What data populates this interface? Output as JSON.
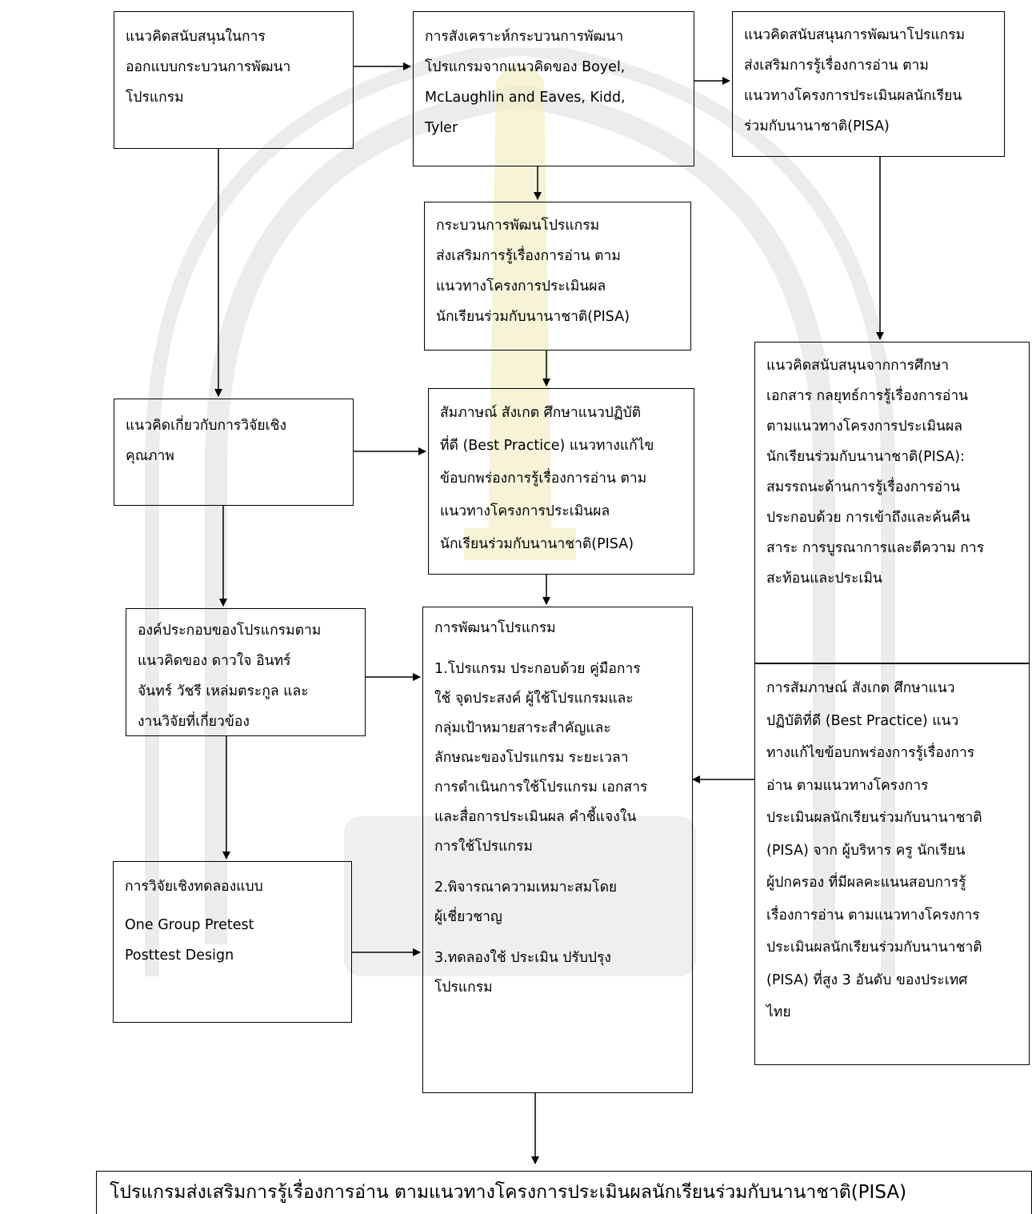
{
  "boxes": {
    "concept_design": [
      "แนวคิดสนับสนุนในการ",
      "ออกแบบกระบวนการพัฒนา",
      "โปรแกรม"
    ],
    "synthesis": [
      "การสังเคราะห์กระบวนการพัฒนา",
      "โปรแกรมจากแนวคิดของ Boyel,",
      "McLaughlin and Eaves, Kidd,",
      "Tyler"
    ],
    "pisa_concept": [
      "แนวคิดสนับสนุนการพัฒนาโปรแกรม",
      "ส่งเสริมการรู้เรื่องการอ่าน ตาม",
      "แนวทางโครงการประเมินผลนักเรียน",
      "ร่วมกับนานาชาติ(PISA)"
    ],
    "dev_process": [
      "กระบวนการพัฒนโปรแกรม",
      "ส่งเสริมการรู้เรื่องการอ่าน ตาม",
      "แนวทางโครงการประเมินผล",
      "นักเรียนร่วมกับนานาชาติ(PISA)"
    ],
    "doc_study": [
      "แนวคิดสนับสนุนจากการศึกษา",
      "เอกสาร กลยุทธ์การรู้เรื่องการอ่าน",
      "ตามแนวทางโครงการประเมินผล",
      "นักเรียนร่วมกับนานาชาติ(PISA):",
      "สมรรถนะด้านการรู้เรื่องการอ่าน",
      "ประกอบด้วย การเข้าถึงและค้นคืน",
      "สาระ การบูรณาการและตีความ การ",
      "สะท้อนและประเมิน"
    ],
    "qualitative": [
      "แนวคิดเกี่ยวกับการวิจัยเชิง",
      "คุณภาพ"
    ],
    "interview": [
      "สัมภาษณ์ สังเกต ศึกษาแนวปฏิบัติ",
      "ที่ดี (Best Practice) แนวทางแก้ไข",
      "ข้อบกพร่องการรู้เรื่องการอ่าน ตาม",
      "แนวทางโครงการประเมินผล",
      "นักเรียนร่วมกับนานาชาติ(PISA)"
    ],
    "components": [
      "องค์ประกอบของโปรแกรมตาม",
      "แนวคิดของ ดาวใจ อินทร์",
      "จันทร์ วัชรี เหล่มตระกูล และ",
      "งานวิจัยที่เกี่ยวข้อง"
    ],
    "program_dev": {
      "title": "การพัฒนาโปรแกรม",
      "item1": [
        "1.โปรแกรม ประกอบด้วย คู่มือการ",
        "ใช้ จุดประสงค์ ผู้ใช้โปรแกรมและ",
        "กลุ่มเป้าหมายสาระสำคัญและ",
        "ลักษณะของโปรแกรม ระยะเวลา",
        "การดำเนินการใช้โปรแกรม เอกสาร",
        "และสื่อการประเมินผล คำชี้แจงใน",
        "การใช้โปรแกรม"
      ],
      "item2": [
        "2.พิจารณาความเหมาะสมโดย",
        "ผู้เชี่ยวชาญ"
      ],
      "item3": [
        "3.ทดลองใช้ ประเมิน ปรับปรุง",
        "โปรแกรม"
      ]
    },
    "interview2": [
      "การสัมภาษณ์ สังเกต ศึกษาแนว",
      "ปฏิบัติที่ดี (Best Practice) แนว",
      "ทางแก้ไขข้อบกพร่องการรู้เรื่องการ",
      "อ่าน ตามแนวทางโครงการ",
      "ประเมินผลนักเรียนร่วมกับนานาชาติ",
      "(PISA) จาก ผู้บริหาร ครู นักเรียน",
      "ผู้ปกครอง ที่มีผลคะแนนสอบการรู้",
      "เรื่องการอ่าน ตามแนวทางโครงการ",
      "ประเมินผลนักเรียนร่วมกับนานาชาติ",
      "(PISA) ที่สูง 3 อันดับ ของประเทศ",
      "ไทย"
    ],
    "experiment": {
      "title": "การวิจัยเชิงทดลองแบบ",
      "design": [
        "One  Group Pretest",
        "Posttest Design"
      ]
    }
  },
  "final_output": "โปรแกรมส่งเสริมการรู้เรื่องการอ่าน ตามแนวทางโครงการประเมินผลนักเรียนร่วมกับนานาชาติ(PISA)",
  "colors": {
    "line": "#000000",
    "watermark": "#e6e6e6",
    "watermark_accent": "#f1e9b0"
  }
}
